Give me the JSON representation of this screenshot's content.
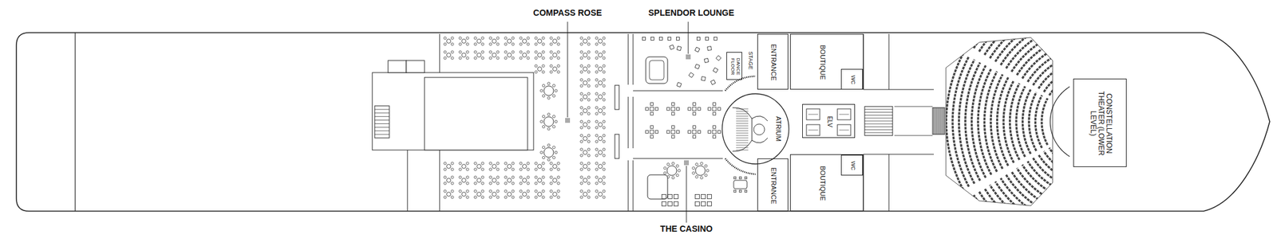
{
  "diagram": {
    "nodes": [
      {
        "text": [
          "DANCE FLOOR"
        ]
      },
      {
        "text": [
          "ENTRANCE"
        ]
      },
      {
        "text": [
          "ATRIUM"
        ]
      },
      {
        "text": [
          "ENTRANCE"
        ]
      },
      {
        "text": [
          "BOUTIQUE"
        ]
      },
      {
        "text": [
          "WC"
        ],
        "in": 4
      },
      {
        "text": [
          "ELV"
        ]
      },
      {
        "text": [
          "BOUTIQUE"
        ]
      },
      {
        "text": [
          "WC"
        ],
        "in": 7
      },
      {
        "text": [
          "CONSTELLATION THEATER (LOWER LEVEL)"
        ]
      }
    ],
    "labels": [
      "COMPASS ROSE",
      "SPLENDOR LOUNGE",
      "STAGE",
      "THE CASINO"
    ]
  }
}
